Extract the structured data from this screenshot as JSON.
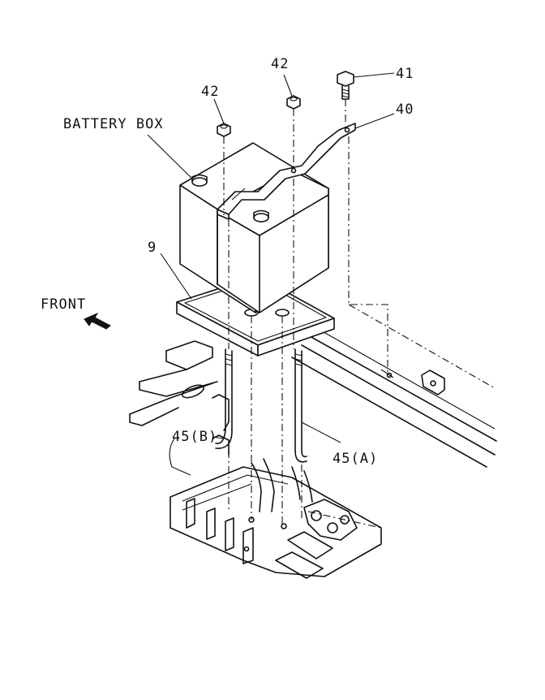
{
  "diagram": {
    "labels": {
      "battery_box": "BATTERY BOX",
      "front": "FRONT",
      "part_9": "9",
      "part_40": "40",
      "part_41": "41",
      "part_42_left": "42",
      "part_42_right": "42",
      "part_45a": "45(A)",
      "part_45b": "45(B)"
    },
    "colors": {
      "ink": "#111111",
      "paper": "#ffffff"
    }
  }
}
